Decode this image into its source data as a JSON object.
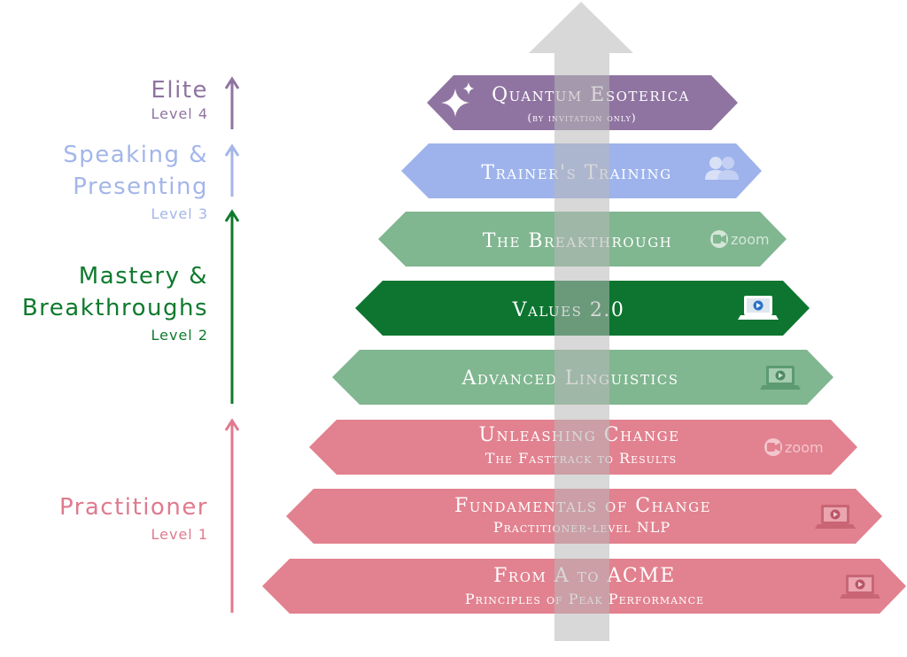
{
  "levels": [
    {
      "name": "Elite",
      "level": "Level 4",
      "color": "#8f74a1"
    },
    {
      "name": "Speaking & Presenting",
      "level": "Level 3",
      "color": "#a3b6ea"
    },
    {
      "name": "Mastery & Breakthroughs",
      "level": "Level 2",
      "color": "#0e7a2d"
    },
    {
      "name": "Practitioner",
      "level": "Level 1",
      "color": "#e07a8e"
    }
  ],
  "courses": [
    {
      "title": "Quantum Esoterica",
      "subtitle": "(by invitation only)",
      "color": "#8f74a1",
      "icon": "sparkle-icon"
    },
    {
      "title": "Trainer's Training",
      "subtitle": "",
      "color": "#9eb3ec",
      "icon": "people-icon"
    },
    {
      "title": "The Breakthrough",
      "subtitle": "",
      "color": "#80b690",
      "icon": "zoom-icon",
      "icon_text": "zoom"
    },
    {
      "title": "Values 2.0",
      "subtitle": "",
      "color": "#0d7530",
      "icon": "laptop-video-icon"
    },
    {
      "title": "Advanced Linguistics",
      "subtitle": "",
      "color": "#80b690",
      "icon": "laptop-video-icon"
    },
    {
      "title": "Unleashing Change",
      "subtitle": "The Fasttrack to Results",
      "color": "#e2818f",
      "icon": "zoom-icon",
      "icon_text": "zoom"
    },
    {
      "title": "Fundamentals of Change",
      "subtitle": "Practitioner-level NLP",
      "color": "#e2818f",
      "icon": "laptop-video-icon"
    },
    {
      "title": "From A to ACME",
      "subtitle": "Principles of Peak Performance",
      "color": "#e2818f",
      "icon": "laptop-video-icon"
    }
  ],
  "colors": {
    "progress_arrow": "#cccccc"
  }
}
